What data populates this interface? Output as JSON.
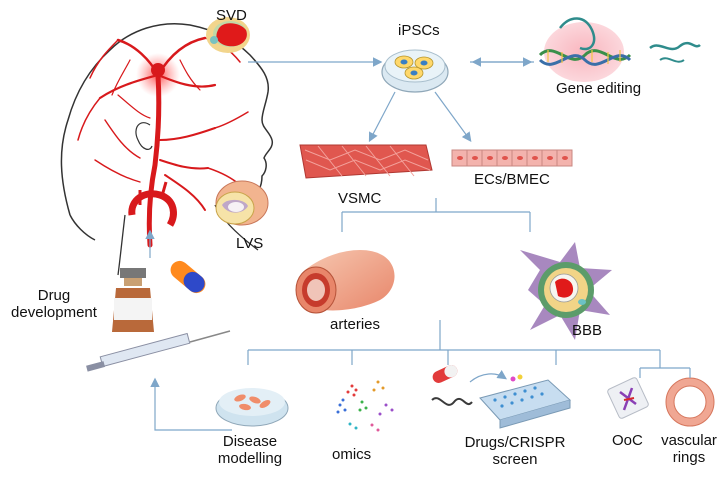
{
  "labels": {
    "svd": "SVD",
    "ipscs": "iPSCs",
    "gene_editing": "Gene editing",
    "vsmc": "VSMC",
    "ecs_bmec": "ECs/BMEC",
    "lvs": "LVS",
    "drug_line1": "Drug",
    "drug_line2": "development",
    "arteries": "arteries",
    "bbb": "BBB",
    "disease_line1": "Disease",
    "disease_line2": "modelling",
    "omics": "omics",
    "drugs_line1": "Drugs/CRISPR",
    "drugs_line2": "screen",
    "ooc": "OoC",
    "vascular_line1": "vascular",
    "vascular_line2": "rings"
  },
  "colors": {
    "artery_red": "#d8191c",
    "connector_blue": "#7ea6c9",
    "vsmc_red": "#e0574f",
    "ec_pink": "#f3b3ad",
    "dish_blue": "#cfe3ef",
    "dna_green": "#3a8f4a",
    "dna_teal": "#2f8c8c",
    "bbb_purple": "#8f67a8"
  }
}
